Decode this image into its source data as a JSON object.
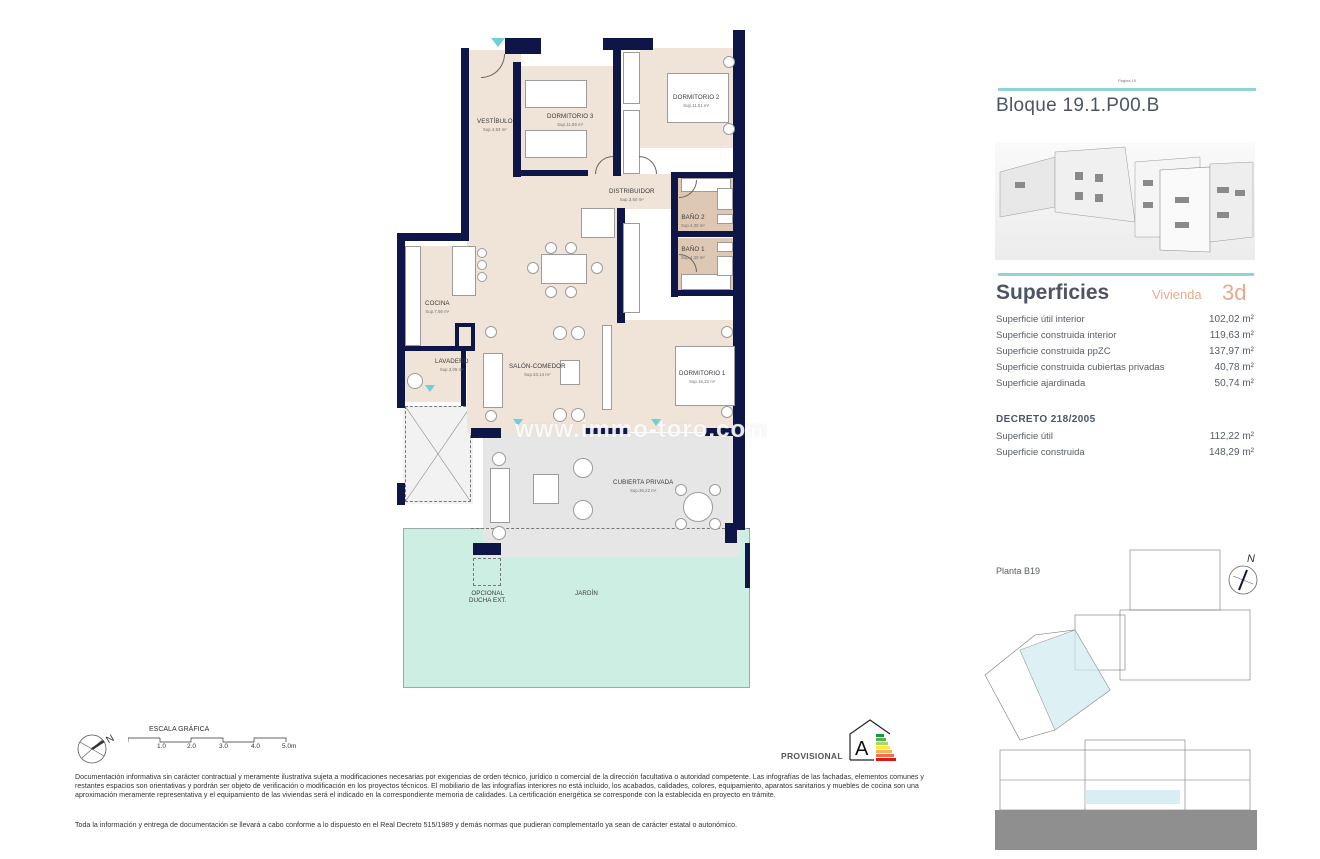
{
  "header": {
    "tiny_ref": "Página 19",
    "block_title": "Bloque 19.1.P00.B"
  },
  "superficies": {
    "title": "Superficies",
    "vivienda_label": "Vivienda",
    "vivienda_type": "3d",
    "rows": [
      {
        "label": "Superficie útil interior",
        "value": "102,02 m²"
      },
      {
        "label": "Superficie construida interior",
        "value": "119,63 m²"
      },
      {
        "label": "Superficie construida ppZC",
        "value": "137,97 m²"
      },
      {
        "label": "Superficie construida cubiertas privadas",
        "value": "40,78 m²"
      },
      {
        "label": "Superficie ajardinada",
        "value": "50,74 m²"
      }
    ]
  },
  "decreto": {
    "title": "DECRETO 218/2005",
    "rows": [
      {
        "label": "Superficie útil",
        "value": "112,22 m²"
      },
      {
        "label": "Superficie construida",
        "value": "148,29 m²"
      }
    ]
  },
  "keyplan": {
    "label": "Planta B19",
    "north_label": "N"
  },
  "floorplan": {
    "rooms": {
      "vestibulo": {
        "name": "VESTÍBULO",
        "sup": "Sup.4,63 m²"
      },
      "dormitorio3": {
        "name": "DORMITORIO 3",
        "sup": "Sup.11,59 m²"
      },
      "dormitorio2": {
        "name": "DORMITORIO 2",
        "sup": "Sup.11,51 m²"
      },
      "distribuidor": {
        "name": "DISTRIBUIDOR",
        "sup": "Sup.3,60 m²"
      },
      "bano2": {
        "name": "BAÑO 2",
        "sup": "Sup.4,30 m²"
      },
      "bano1": {
        "name": "BAÑO 1",
        "sup": "Sup.4,30 m²"
      },
      "cocina": {
        "name": "COCINA",
        "sup": "Sup.7,56 m²"
      },
      "lavadero": {
        "name": "LAVADERO",
        "sup": "Sup.3,06 m²"
      },
      "salon": {
        "name": "SALÓN-COMEDOR",
        "sup": "Sup.33,14 m²"
      },
      "dormitorio1": {
        "name": "DORMITORIO 1",
        "sup": "Sup.16,23 m²"
      },
      "cubierta": {
        "name": "CUBIERTA PRIVADA",
        "sup": "Sup.36,22 m²"
      },
      "jardin": {
        "name": "JARDÍN",
        "sup": ""
      },
      "ducha": {
        "name": "OPCIONAL",
        "sup": "DUCHA EXT."
      }
    },
    "watermark": "www.immo-toro.com",
    "colors": {
      "wall": "#0e1647",
      "interior": "#f0e4d8",
      "bathroom": "#dfc8b3",
      "terrace": "#e6e6e6",
      "garden": "#cdeee2",
      "entry_marker": "#6fd1d6"
    }
  },
  "legend": {
    "north_label": "N",
    "scale_title": "ESCALA GRÁFICA",
    "scale_ticks": [
      "1.0",
      "2.0",
      "3.0",
      "4.0",
      "5.0m"
    ],
    "energy_status": "PROVISIONAL",
    "energy_rating": "A"
  },
  "disclaimer": {
    "paragraph1": "Documentación informativa sin carácter contractual y meramente ilustrativa sujeta a modificaciones necesarias por exigencias de orden técnico, jurídico o comercial de la dirección facultativa o autoridad competente. Las infografías de las fachadas, elementos comunes y restantes espacios son orientativas y pordrán ser objeto de verificación o modificación en los proyectos técnicos. El mobiliario de las infografías interiores no está incluido, los acabados, calidades, colores, equipamiento, aparatos sanitarios y muebles de cocina son una aproximación meramente representativa y el equipamiento de las viviendas será el indicado en la correspondiente memoria de calidades. La certificación energética se corresponde con la establecida en proyecto en trámite.",
    "paragraph2": "Toda la información y entrega de documentación se llevará a cabo conforme a lo dispuesto en el Real Decreto 515/1989 y demás normas que pudieran complementarlo ya sean de carácter estatal o autonómico."
  }
}
